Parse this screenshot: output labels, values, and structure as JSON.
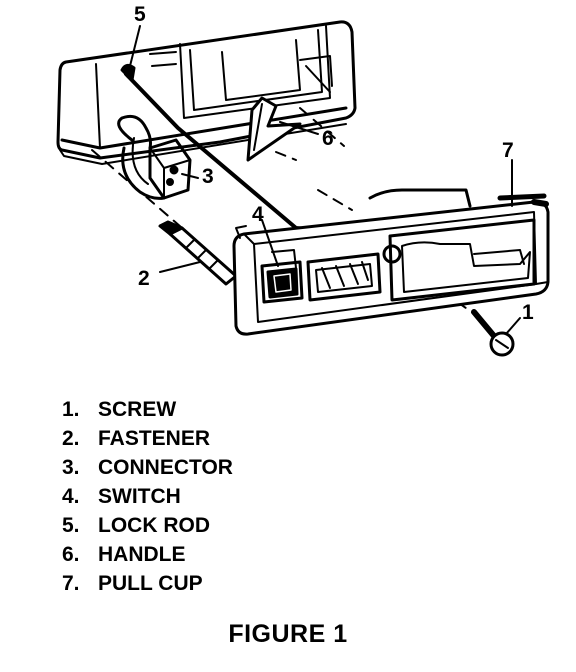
{
  "callouts": [
    "1",
    "2",
    "3",
    "4",
    "5",
    "6",
    "7"
  ],
  "legend": [
    {
      "num": "1.",
      "label": "SCREW"
    },
    {
      "num": "2.",
      "label": "FASTENER"
    },
    {
      "num": "3.",
      "label": "CONNECTOR"
    },
    {
      "num": "4.",
      "label": "SWITCH"
    },
    {
      "num": "5.",
      "label": "LOCK ROD"
    },
    {
      "num": "6.",
      "label": "HANDLE"
    },
    {
      "num": "7.",
      "label": "PULL CUP"
    }
  ],
  "caption": "FIGURE 1"
}
